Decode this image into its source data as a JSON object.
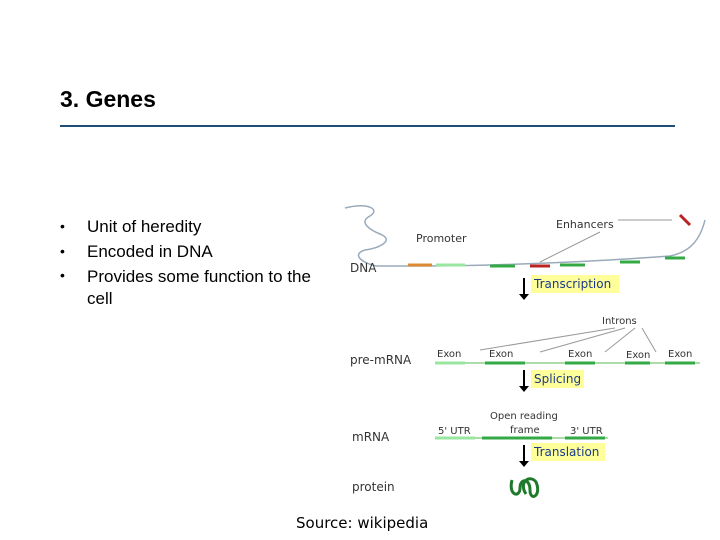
{
  "slide": {
    "title": "3. Genes",
    "bullets": [
      "Unit of heredity",
      "Encoded in DNA",
      "Provides some function to the cell"
    ],
    "source": "Source: wikipedia"
  },
  "diagram": {
    "labels": {
      "promoter": "Promoter",
      "enhancers": "Enhancers",
      "dna": "DNA",
      "transcription": "Transcription",
      "introns": "Introns",
      "pre_mrna": "pre-mRNA",
      "exon": "Exon",
      "splicing": "Splicing",
      "open_reading": "Open reading",
      "frame": "frame",
      "utr5": "5' UTR",
      "utr3": "3' UTR",
      "mrna": "mRNA",
      "translation": "Translation",
      "protein": "protein"
    },
    "colors": {
      "highlight": "#ffff99",
      "exon": "#33aa44",
      "strand": "#99ccdd",
      "promoter": "#dd8833",
      "enhancer": "#bb2222",
      "label": "#333333"
    }
  }
}
